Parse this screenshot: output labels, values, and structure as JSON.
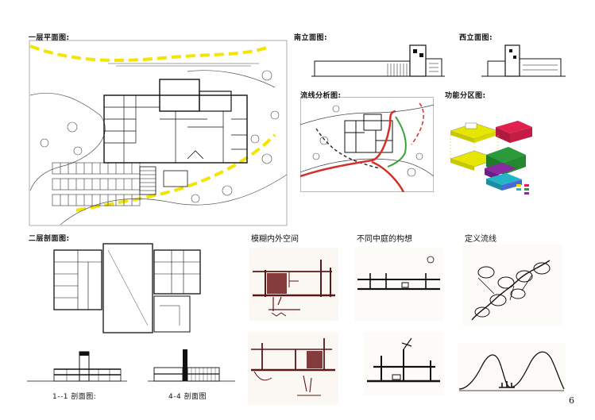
{
  "labels": {
    "floor1_plan": "一层平面图:",
    "south_elev": "南立面图:",
    "west_elev": "西立面图:",
    "circulation": "流线分析图:",
    "zoning": "功能分区图:",
    "floor2_section": "二层剖面图:",
    "sketch_1": "模糊内外空间",
    "sketch_2": "不同中庭的构想",
    "sketch_3": "定义流线",
    "section_11": "1--1 剖面图:",
    "section_44": "4-4 剖面图"
  },
  "page_number": "6",
  "colors": {
    "ink": "#1a1a1a",
    "highlight_yellow": "#f2e600",
    "route_red": "#d4302a",
    "route_green": "#3aa23a",
    "zone_red": "#e0214f",
    "zone_green": "#2a9a3a",
    "zone_purple": "#8a2aa0",
    "zone_cyan": "#22b4c8",
    "sketch_red": "#7a1f1f"
  }
}
